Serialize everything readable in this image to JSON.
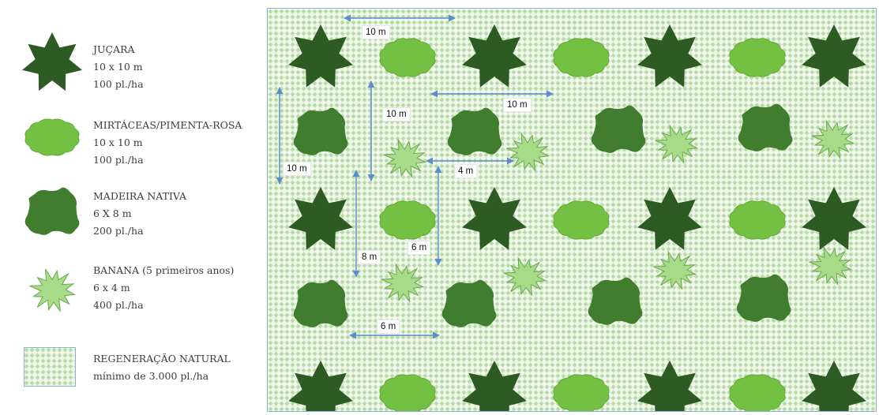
{
  "legend": {
    "items": [
      {
        "icon": "jucara-star-icon",
        "lines": [
          "JUÇARA",
          "10 x 10 m",
          "100 pl./ha"
        ]
      },
      {
        "icon": "mirtaceas-cloud-icon",
        "lines": [
          "MIRTÁCEAS/PIMENTA-ROSA",
          "10 x 10 m",
          "100 pl./ha"
        ]
      },
      {
        "icon": "madeira-nativa-blob-icon",
        "lines": [
          "MADEIRA NATIVA",
          "6 X 8 m",
          "200 pl./ha"
        ]
      },
      {
        "icon": "banana-burst-icon",
        "lines": [
          "BANANA (5 primeiros anos)",
          "6 x 4 m",
          "400 pl./ha"
        ]
      },
      {
        "icon": "regeneracao-natural-pattern-icon",
        "lines": [
          "REGENERAÇÃO NATURAL",
          "mínimo de 3.000 pl./ha"
        ]
      }
    ]
  },
  "dimension_labels": [
    "10 m",
    "10 m",
    "10 m",
    "10 m",
    "4 m",
    "6 m",
    "8 m",
    "6 m"
  ],
  "colors": {
    "jucara": "#2e5a23",
    "mirtaceas": "#74c043",
    "madeira": "#417d2e",
    "banana": "#a8db87",
    "grid_dot": "#b7dca0",
    "grid_line": "#cfe3ee",
    "arrow": "#5b8fc9"
  }
}
